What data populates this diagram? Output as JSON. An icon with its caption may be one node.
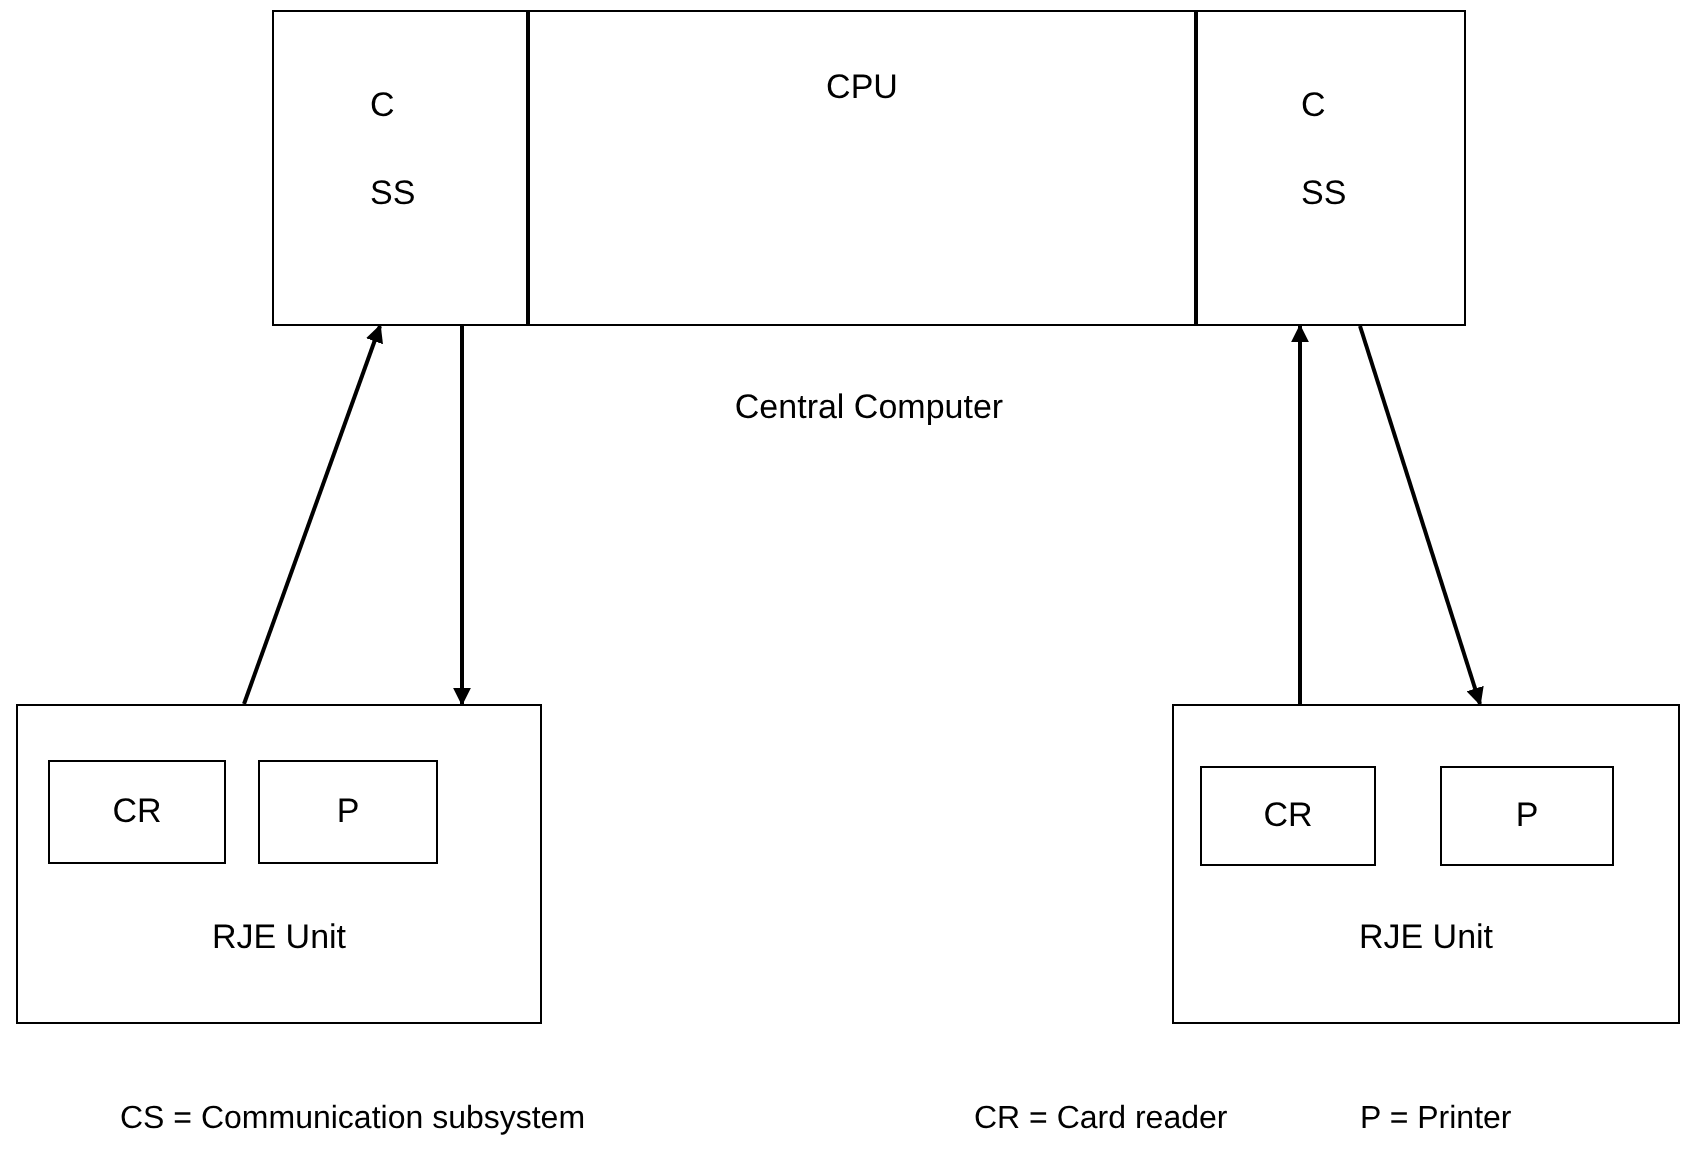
{
  "diagram": {
    "nodes": [
      {
        "text": [],
        "shape": "box",
        "beside": [
          "Central Computer"
        ]
      },
      {
        "text": [
          "C SS"
        ],
        "in": 0
      },
      {
        "text": [
          "CPU"
        ],
        "in": 0
      },
      {
        "text": [
          "C SS"
        ],
        "in": 0
      },
      {
        "text": [
          "RJE Unit"
        ]
      },
      {
        "text": [
          "CR"
        ],
        "in": 4
      },
      {
        "text": [
          "P"
        ],
        "in": 4
      },
      {
        "text": [
          "RJE Unit"
        ]
      },
      {
        "text": [
          "CR"
        ],
        "in": 7
      },
      {
        "text": [
          "P"
        ],
        "in": 7
      }
    ],
    "edges": [
      {
        "from": 4,
        "to": 1,
        "arrow": "to"
      },
      {
        "from": 1,
        "to": 4,
        "arrow": "to"
      },
      {
        "from": 7,
        "to": 3,
        "arrow": "to"
      },
      {
        "from": 3,
        "to": 7,
        "arrow": "to"
      }
    ],
    "labels": [
      "CS = Communication subsystem",
      "CR = Card reader",
      "P = Printer"
    ]
  }
}
